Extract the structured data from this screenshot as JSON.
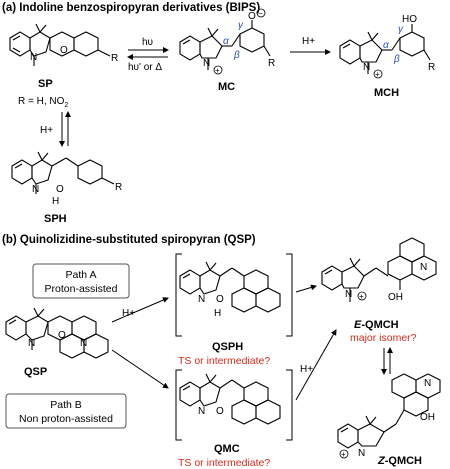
{
  "section_a": {
    "title": "(a) Indoline benzospiropyran derivatives (BIPS)"
  },
  "section_b": {
    "title": "(b) Quinolizidine-substituted spiropyran (QSP)"
  },
  "compounds": {
    "sp": "SP",
    "mc": "MC",
    "mch": "MCH",
    "sph": "SPH",
    "qsp": "QSP",
    "qsph": "QSPH",
    "qmc": "QMC",
    "e_qmch_prefix": "E",
    "e_qmch_suffix": "-QMCH",
    "z_qmch_prefix": "Z",
    "z_qmch_suffix": "-QMCH"
  },
  "r_def": "R = H, NO",
  "r_def_sub": "2",
  "arrows": {
    "hv": "hυ",
    "hv_back": "hυ' or Δ",
    "h_plus": "H+"
  },
  "paths": {
    "a_line1": "Path A",
    "a_line2": "Proton-assisted",
    "b_line1": "Path B",
    "b_line2": "Non proton-assisted"
  },
  "notes": {
    "ts_or_int": "TS or intermediate?",
    "major": "major isomer?"
  },
  "atoms": {
    "O": "O",
    "N": "N",
    "R": "R",
    "HO": "HO",
    "OH": "OH",
    "H": "H",
    "plus": "+",
    "minus": "−",
    "alpha": "α",
    "beta": "β",
    "gamma": "γ"
  },
  "colors": {
    "red": "#d42a1c",
    "blue": "#2b4fb0",
    "ink": "#000000",
    "box": "#555555"
  }
}
